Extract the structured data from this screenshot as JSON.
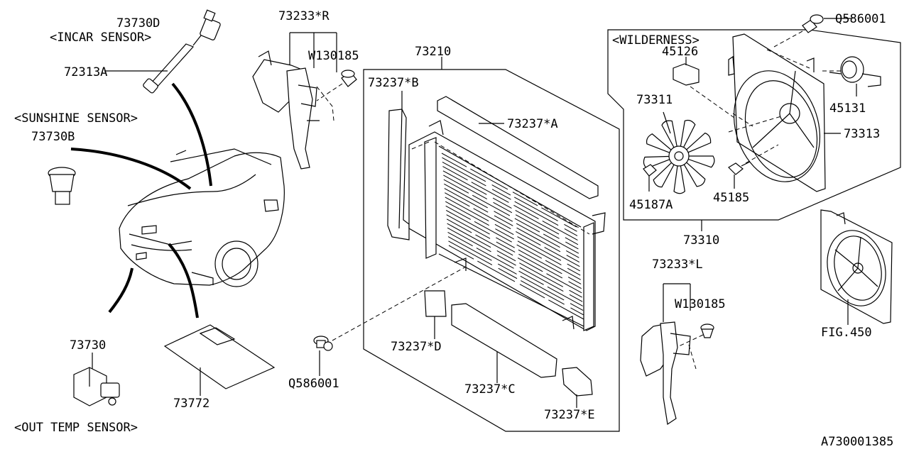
{
  "labels": {
    "incar_sensor_pn": "73730D",
    "incar_sensor": "<INCAR SENSOR>",
    "sensor_rod": "72313A",
    "sunshine_sensor": "<SUNSHINE SENSOR>",
    "sunshine_sensor_pn": "73730B",
    "out_temp_sensor_pn": "73730",
    "out_temp_sensor": "<OUT TEMP SENSOR>",
    "pad": "73772",
    "seal_r": "73233*R",
    "clip_upper": "W130185",
    "radiator_assy": "73210",
    "seal_b": "73237*B",
    "seal_a": "73237*A",
    "seal_d": "73237*D",
    "seal_c": "73237*C",
    "seal_e": "73237*E",
    "bolt_lower": "Q586001",
    "wilderness": "<WILDERNESS>",
    "bolt_upper": "Q586001",
    "resistor": "45126",
    "fan": "73311",
    "motor": "45131",
    "shroud": "73313",
    "nut_fan": "45187A",
    "bolt_fan": "45185",
    "fan_assy": "73310",
    "seal_l": "73233*L",
    "clip_lower": "W130185",
    "fig_ref": "FIG.450",
    "diagram_id": "A730001385"
  }
}
